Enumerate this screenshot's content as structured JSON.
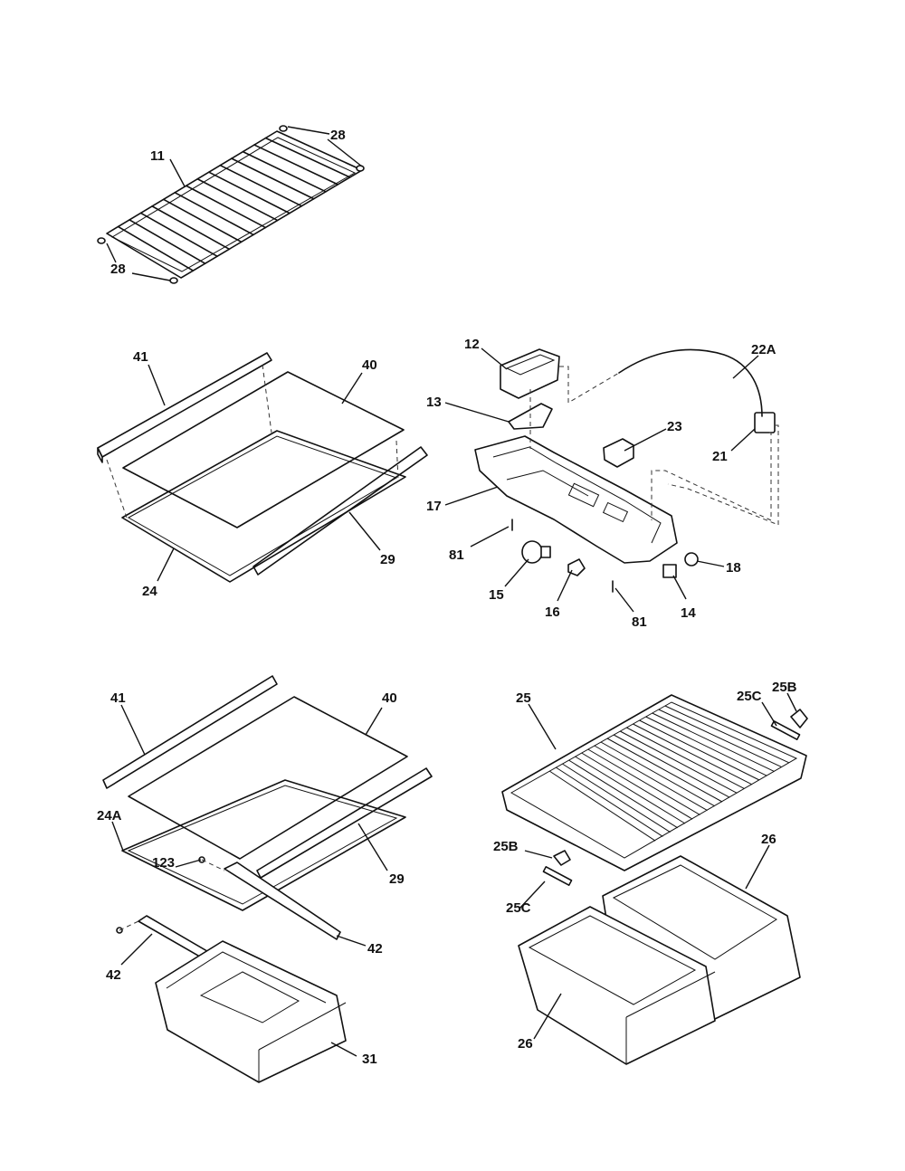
{
  "diagram": {
    "callouts": [
      {
        "id": "c11",
        "text": "11"
      },
      {
        "id": "c28a",
        "text": "28"
      },
      {
        "id": "c28b",
        "text": "28"
      },
      {
        "id": "c41a",
        "text": "41"
      },
      {
        "id": "c40a",
        "text": "40"
      },
      {
        "id": "c29a",
        "text": "29"
      },
      {
        "id": "c24",
        "text": "24"
      },
      {
        "id": "c12",
        "text": "12"
      },
      {
        "id": "c22A",
        "text": "22A"
      },
      {
        "id": "c13",
        "text": "13"
      },
      {
        "id": "c23",
        "text": "23"
      },
      {
        "id": "c21",
        "text": "21"
      },
      {
        "id": "c17",
        "text": "17"
      },
      {
        "id": "c81a",
        "text": "81"
      },
      {
        "id": "c15",
        "text": "15"
      },
      {
        "id": "c16",
        "text": "16"
      },
      {
        "id": "c81b",
        "text": "81"
      },
      {
        "id": "c14",
        "text": "14"
      },
      {
        "id": "c18",
        "text": "18"
      },
      {
        "id": "c41b",
        "text": "41"
      },
      {
        "id": "c40b",
        "text": "40"
      },
      {
        "id": "c24A",
        "text": "24A"
      },
      {
        "id": "c123",
        "text": "123"
      },
      {
        "id": "c29b",
        "text": "29"
      },
      {
        "id": "c42a",
        "text": "42"
      },
      {
        "id": "c42b",
        "text": "42"
      },
      {
        "id": "c31",
        "text": "31"
      },
      {
        "id": "c25",
        "text": "25"
      },
      {
        "id": "c25Ca",
        "text": "25C"
      },
      {
        "id": "c25Ba",
        "text": "25B"
      },
      {
        "id": "c25Bb",
        "text": "25B"
      },
      {
        "id": "c25Cb",
        "text": "25C"
      },
      {
        "id": "c26a",
        "text": "26"
      },
      {
        "id": "c26b",
        "text": "26"
      }
    ]
  }
}
